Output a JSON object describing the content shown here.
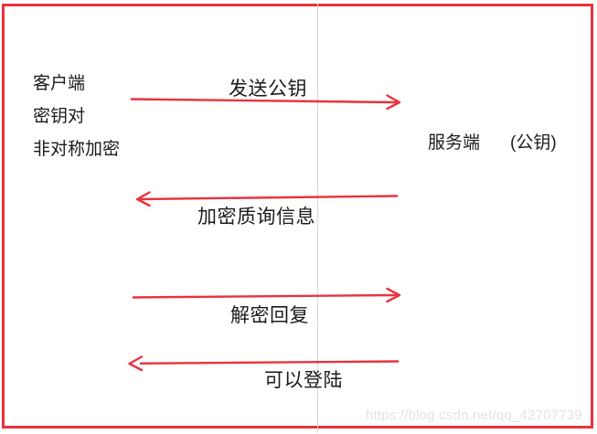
{
  "client": {
    "lines": [
      "客户端",
      "密钥对",
      "非对称加密"
    ]
  },
  "server": {
    "name": "服务端",
    "note": "(公钥)"
  },
  "arrows": [
    {
      "label": "发送公钥",
      "direction": "client-to-server"
    },
    {
      "label": "加密质询信息",
      "direction": "server-to-client"
    },
    {
      "label": "解密回复",
      "direction": "client-to-server"
    },
    {
      "label": "可以登陆",
      "direction": "server-to-client"
    }
  ],
  "watermark": "https://blog.csdn.net/qq_42707739",
  "colors": {
    "accent_red": "#e8333e",
    "divider_gray": "#d6d6d6",
    "watermark_gray": "#e3e3e5",
    "text_color": "#1b1b1b"
  }
}
